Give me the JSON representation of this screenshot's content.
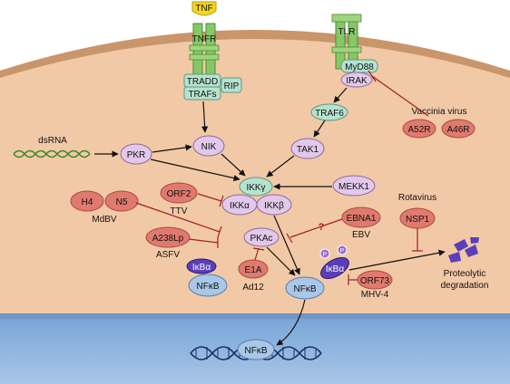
{
  "receptors": {
    "tnf": "TNF",
    "tnfr": "TNFR",
    "tradd": "TRADD",
    "trafs": "TRAFs",
    "rip": "RIP",
    "tlr": "TLR",
    "myd88": "MyD88",
    "irak": "IRAK"
  },
  "signaling": {
    "traf6": "TRAF6",
    "tak1": "TAK1",
    "nik": "NIK",
    "pkr": "PKR",
    "dsrna": "dsRNA",
    "mekk1": "MEKK1",
    "ikk_gamma": "IKKγ",
    "ikk_alpha": "IKKα",
    "ikk_beta": "IKKβ",
    "pkac": "PKAc",
    "ikba_1": "IκBα",
    "ikba_2": "IκBα",
    "nfkb_1": "NFκB",
    "nfkb_2": "NFκB",
    "nfkb_nucleus": "NFκB",
    "phospho": "P",
    "degradation": "Proteolytic\ndegradation"
  },
  "viral": {
    "vaccinia": "Vaccinia virus",
    "a52r": "A52R",
    "a46r": "A46R",
    "h4": "H4",
    "n5": "N5",
    "mdbv": "MdBV",
    "orf2": "ORF2",
    "ttv": "TTV",
    "a238lp": "A238Lp",
    "asfv": "ASFV",
    "e1a": "E1A",
    "ad12": "Ad12",
    "ebna1": "EBNA1",
    "ebv": "EBV",
    "question": "?",
    "rotavirus": "Rotavirus",
    "nsp1": "NSP1",
    "orf73": "ORF73",
    "mhv4": "MHV-4"
  },
  "colors": {
    "cytoplasm": "#f2c9a6",
    "membrane": "#c9956b",
    "nucleus": "#8fb3dc",
    "receptor": "#86c866",
    "adaptor": "#b6e2cf",
    "host_protein": "#e2c8ea",
    "viral_protein": "#e07a6e",
    "ikba": "#5a3fb8",
    "nfkb": "#a9c7e8",
    "tnf": "#f5d61f",
    "inhibit": "#a02020"
  }
}
